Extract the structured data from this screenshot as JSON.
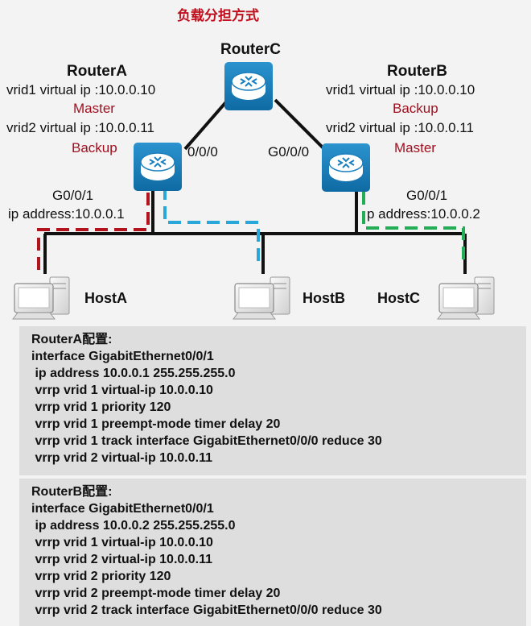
{
  "title": "负载分担方式",
  "routers": {
    "C": {
      "name": "RouterC"
    },
    "A": {
      "name": "RouterA",
      "vrid1": "vrid1 virtual ip :10.0.0.10",
      "vrid1_role": "Master",
      "vrid2": "vrid2 virtual ip :10.0.0.11",
      "vrid2_role": "Backup",
      "uplink_port": "0/0/0",
      "port": "G0/0/1",
      "ip": "ip address:10.0.0.1"
    },
    "B": {
      "name": "RouterB",
      "vrid1": "vrid1 virtual ip :10.0.0.10",
      "vrid1_role": "Backup",
      "vrid2": "vrid2 virtual ip :10.0.0.11",
      "vrid2_role": "Master",
      "uplink_port": "G0/0/0",
      "port": "G0/0/1",
      "ip": "p address:10.0.0.2"
    }
  },
  "hosts": [
    "HostA",
    "HostB",
    "HostC"
  ],
  "colors": {
    "router_fill": "#1a7fbd",
    "router_dark": "#0d5c8e",
    "path_a": "#b2131c",
    "path_b": "#28a7d8",
    "path_c": "#22ad56",
    "link": "#111111",
    "accent": "#c0101e"
  },
  "config_a": {
    "title": "RouterA配置:",
    "lines": [
      "interface GigabitEthernet0/0/1",
      " ip address 10.0.0.1 255.255.255.0",
      " vrrp vrid 1 virtual-ip 10.0.0.10",
      " vrrp vrid 1 priority 120",
      " vrrp vrid 1 preempt-mode timer delay 20",
      " vrrp vrid 1 track interface GigabitEthernet0/0/0 reduce 30",
      " vrrp vrid 2 virtual-ip 10.0.0.11"
    ]
  },
  "config_b": {
    "title": "RouterB配置:",
    "lines": [
      "interface GigabitEthernet0/0/1",
      " ip address 10.0.0.2 255.255.255.0",
      " vrrp vrid 1 virtual-ip 10.0.0.10",
      " vrrp vrid 2 virtual-ip 10.0.0.11",
      " vrrp vrid 2 priority 120",
      " vrrp vrid 2 preempt-mode timer delay 20",
      " vrrp vrid 2 track interface GigabitEthernet0/0/0 reduce 30"
    ]
  }
}
